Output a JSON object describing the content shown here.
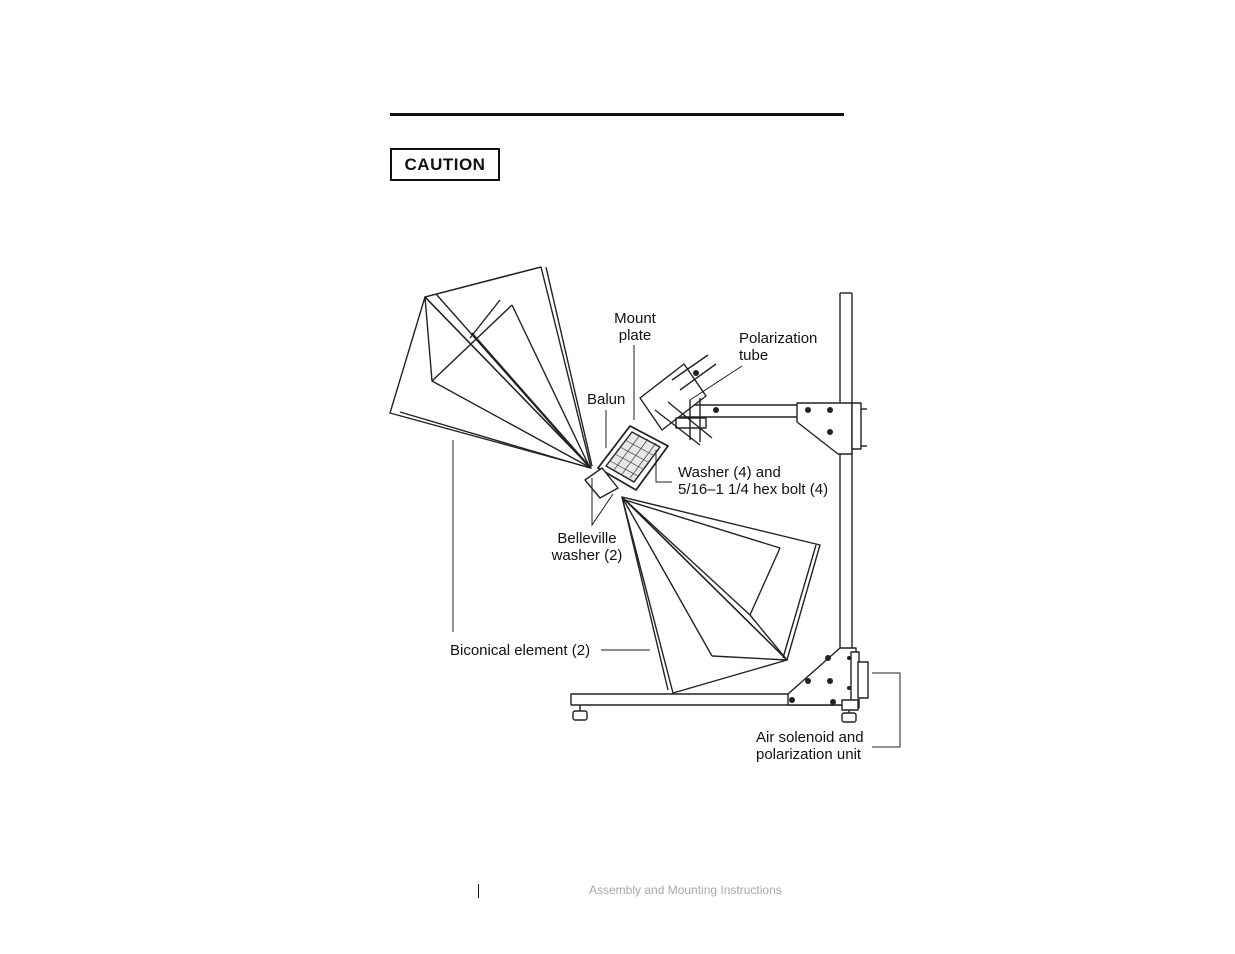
{
  "caution_label": "CAUTION",
  "labels": {
    "mount_plate_1": "Mount",
    "mount_plate_2": "plate",
    "polarization_tube_1": "Polarization",
    "polarization_tube_2": "tube",
    "balun": "Balun",
    "washer_1": "Washer (4) and",
    "washer_2": "5/16–1 1/4 hex bolt (4)",
    "belleville_1": "Belleville",
    "belleville_2": "washer (2)",
    "biconical": "Biconical element (2)",
    "air_solenoid_1": "Air solenoid and",
    "air_solenoid_2": "polarization unit"
  },
  "footer": {
    "text": "Assembly and Mounting Instructions"
  }
}
